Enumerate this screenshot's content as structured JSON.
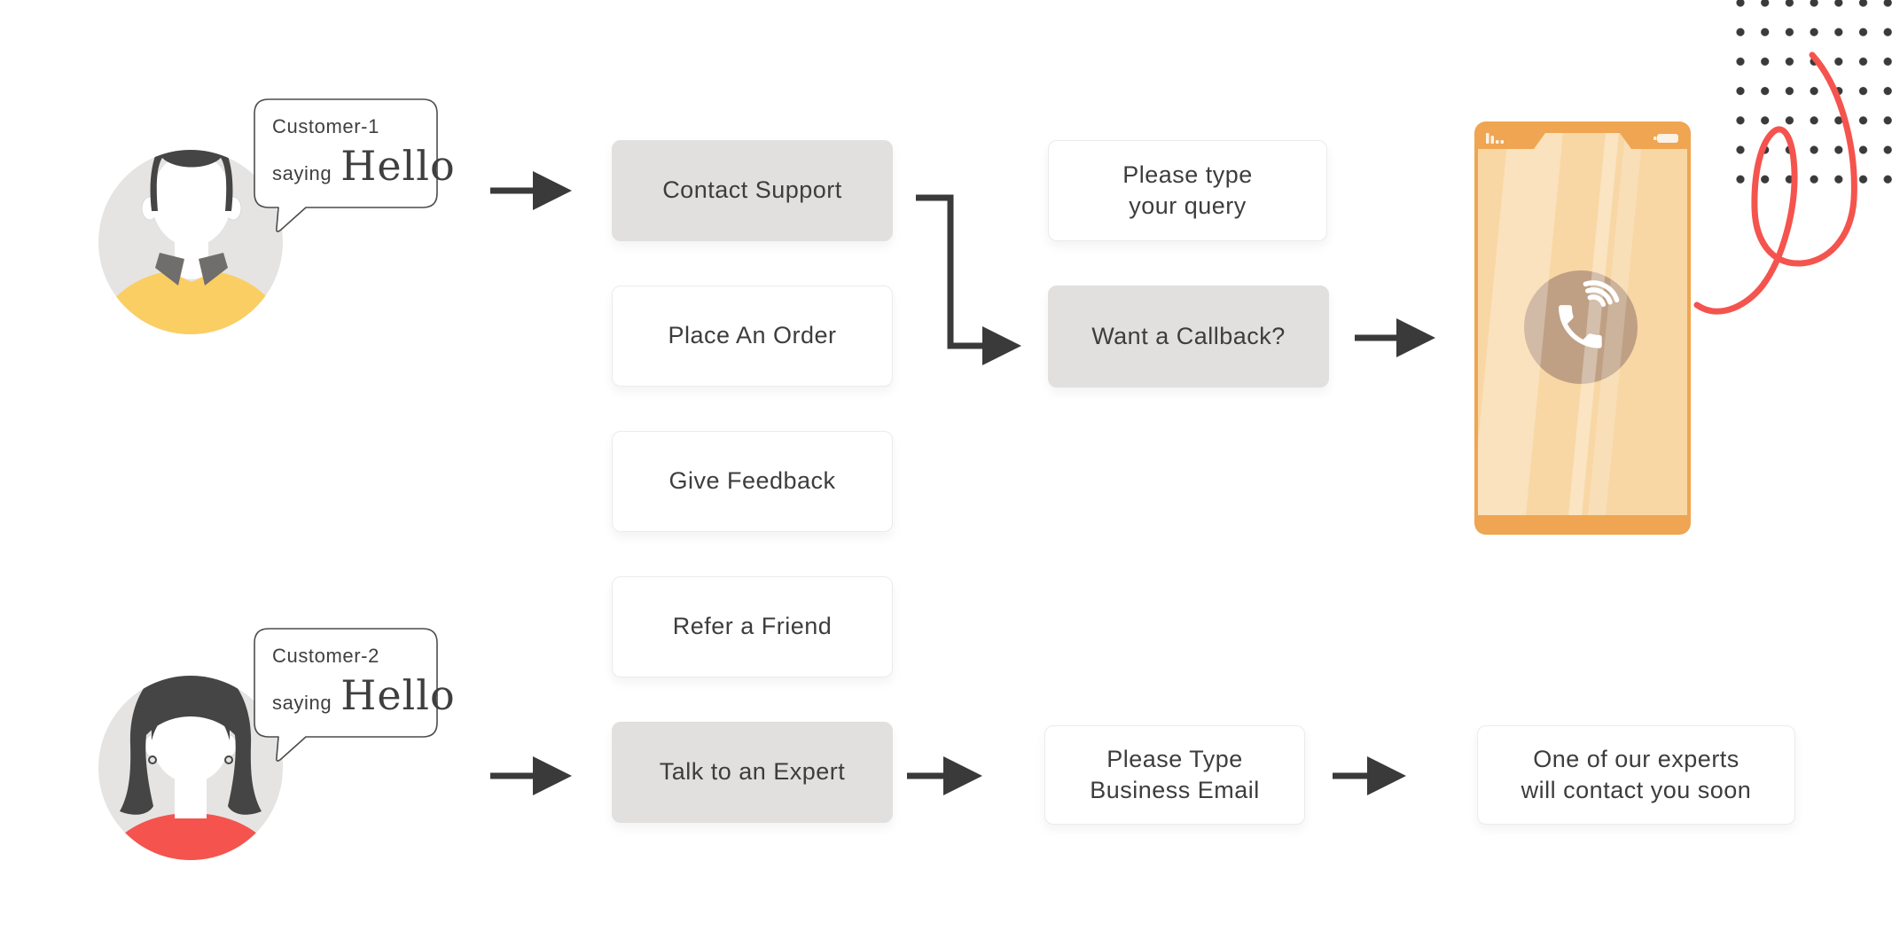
{
  "customers": [
    {
      "label": "Customer-1",
      "saying": "saying",
      "greeting": "Hello"
    },
    {
      "label": "Customer-2",
      "saying": "saying",
      "greeting": "Hello"
    }
  ],
  "boxes": {
    "contact_support": {
      "lines": [
        "Contact Support"
      ],
      "highlighted": true
    },
    "place_order": {
      "lines": [
        "Place An Order"
      ],
      "highlighted": false
    },
    "give_feedback": {
      "lines": [
        "Give Feedback"
      ],
      "highlighted": false
    },
    "refer_friend": {
      "lines": [
        "Refer a Friend"
      ],
      "highlighted": false
    },
    "talk_expert": {
      "lines": [
        "Talk to an Expert"
      ],
      "highlighted": true
    },
    "type_query": {
      "lines": [
        "Please type",
        "your query"
      ],
      "highlighted": false
    },
    "want_callback": {
      "lines": [
        "Want a Callback?"
      ],
      "highlighted": true
    },
    "business_email": {
      "lines": [
        "Please Type",
        "Business Email"
      ],
      "highlighted": false
    },
    "experts_contact": {
      "lines": [
        "One of our experts",
        "will contact you soon"
      ],
      "highlighted": false
    }
  },
  "icons": {
    "phone_call": "phone-call-icon",
    "signal": "signal-bars-icon",
    "battery": "battery-icon"
  },
  "colors": {
    "box_highlight": "#e1e0de",
    "box_plain": "#ffffff",
    "text": "#3d3d3d",
    "arrow": "#3a3a3a",
    "phone_frame": "#efa551",
    "phone_screen": "#f8d7a5",
    "call_badge": "#bfa084",
    "accent_red": "#f4544d",
    "shirt_yellow": "#fbce63",
    "avatar_bg": "#e5e4e3",
    "hair": "#454545",
    "dots": "#3a3a3a"
  }
}
